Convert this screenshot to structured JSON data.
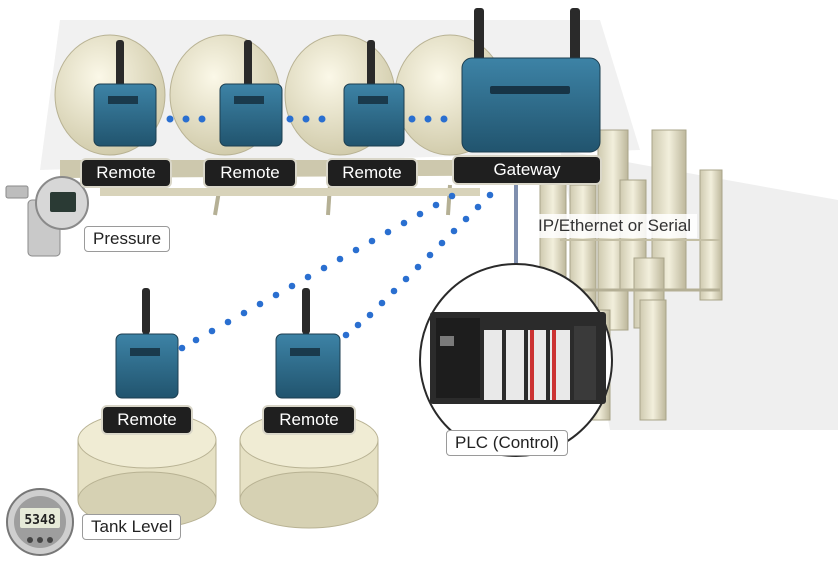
{
  "labels": {
    "remote_1": "Remote",
    "remote_2": "Remote",
    "remote_3": "Remote",
    "gateway": "Gateway",
    "pressure": "Pressure",
    "ip_ethernet": "IP/Ethernet or Serial",
    "remote_4": "Remote",
    "remote_5": "Remote",
    "plc": "PLC (Control)",
    "tank_level": "Tank Level"
  },
  "tank_display": "5348",
  "colors": {
    "device_blue": "#2f6f8f",
    "link_dots": "#2a6fd0",
    "tank_cream": "#e9e4c7",
    "label_dark": "#1f1f1f"
  }
}
